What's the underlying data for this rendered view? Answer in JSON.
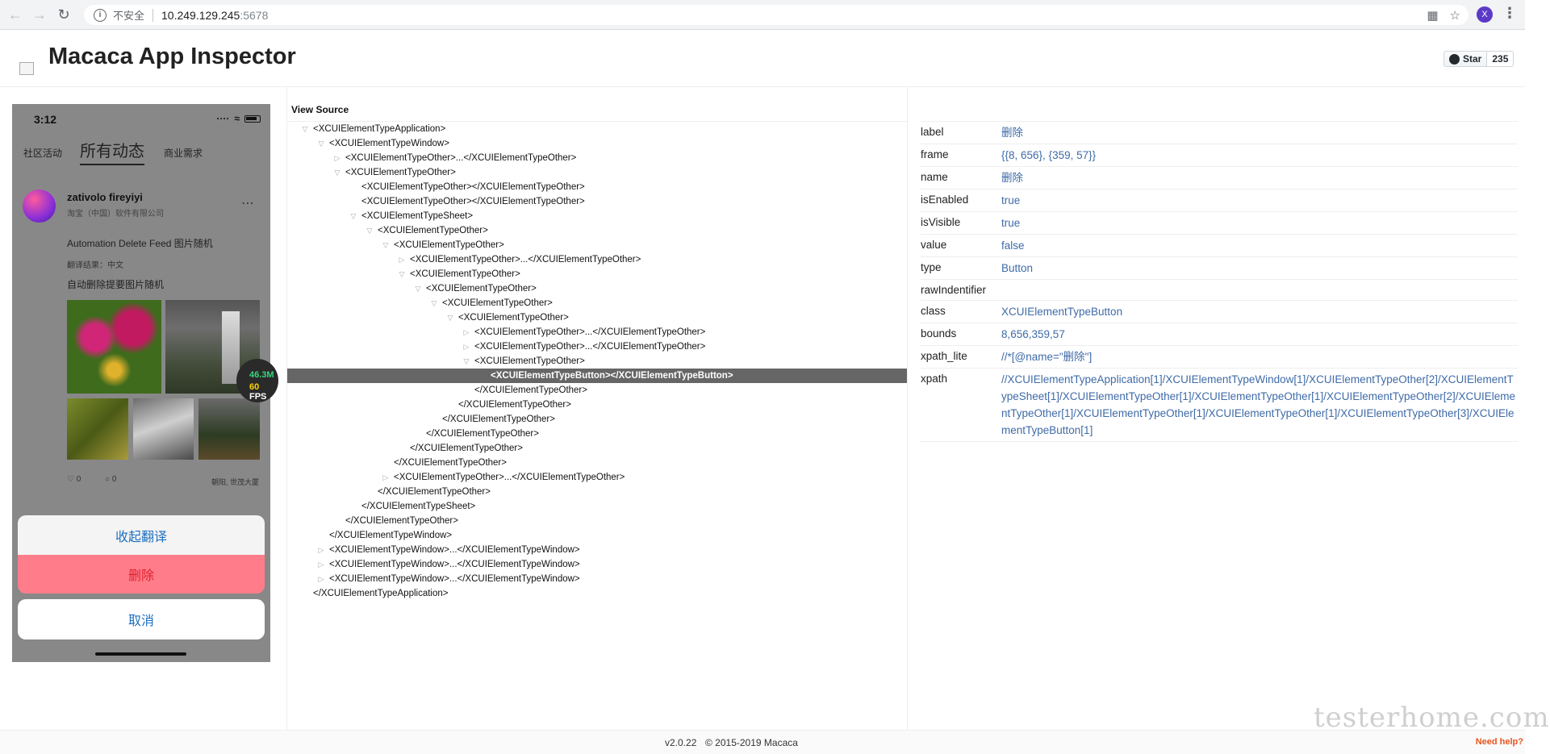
{
  "browser": {
    "security_label": "不安全",
    "url_host": "10.249.129.245",
    "url_port": ":5678",
    "profile_initial": "X"
  },
  "header": {
    "title": "Macaca App Inspector",
    "star_label": "Star",
    "star_count": "235"
  },
  "phone": {
    "time": "3:12",
    "tabs": [
      "社区活动",
      "所有动态",
      "商业需求"
    ],
    "user_name": "zativolo fireyiyi",
    "company": "淘宝（中国）软件有限公司",
    "post_title": "Automation Delete Feed 图片随机",
    "translation_label": "翻译结果：中文",
    "post_translated": "自动删除提要图片随机",
    "fps_memory": "46.3M",
    "fps_value": "60",
    "fps_unit": " FPS",
    "like_count": "0",
    "comment_count": "0",
    "location": "朝阳, 世茂大厦",
    "sheet_collapse": "收起翻译",
    "sheet_delete": "删除",
    "sheet_cancel": "取消"
  },
  "source": {
    "title": "View Source",
    "nodes": [
      {
        "depth": 0,
        "toggle": "open",
        "text": "<XCUIElementTypeApplication>"
      },
      {
        "depth": 1,
        "toggle": "open",
        "text": "<XCUIElementTypeWindow>"
      },
      {
        "depth": 2,
        "toggle": "closed",
        "text": "<XCUIElementTypeOther>...</XCUIElementTypeOther>"
      },
      {
        "depth": 2,
        "toggle": "open",
        "text": "<XCUIElementTypeOther>"
      },
      {
        "depth": 3,
        "toggle": "none",
        "text": "<XCUIElementTypeOther></XCUIElementTypeOther>"
      },
      {
        "depth": 3,
        "toggle": "none",
        "text": "<XCUIElementTypeOther></XCUIElementTypeOther>"
      },
      {
        "depth": 3,
        "toggle": "open",
        "text": "<XCUIElementTypeSheet>"
      },
      {
        "depth": 4,
        "toggle": "open",
        "text": "<XCUIElementTypeOther>"
      },
      {
        "depth": 5,
        "toggle": "open",
        "text": "<XCUIElementTypeOther>"
      },
      {
        "depth": 6,
        "toggle": "closed",
        "text": "<XCUIElementTypeOther>...</XCUIElementTypeOther>"
      },
      {
        "depth": 6,
        "toggle": "open",
        "text": "<XCUIElementTypeOther>"
      },
      {
        "depth": 7,
        "toggle": "open",
        "text": "<XCUIElementTypeOther>"
      },
      {
        "depth": 8,
        "toggle": "open",
        "text": "<XCUIElementTypeOther>"
      },
      {
        "depth": 9,
        "toggle": "open",
        "text": "<XCUIElementTypeOther>"
      },
      {
        "depth": 10,
        "toggle": "closed",
        "text": "<XCUIElementTypeOther>...</XCUIElementTypeOther>"
      },
      {
        "depth": 10,
        "toggle": "closed",
        "text": "<XCUIElementTypeOther>...</XCUIElementTypeOther>"
      },
      {
        "depth": 10,
        "toggle": "open",
        "text": "<XCUIElementTypeOther>"
      },
      {
        "depth": 11,
        "toggle": "none",
        "text": "<XCUIElementTypeButton></XCUIElementTypeButton>",
        "selected": true
      },
      {
        "depth": 10,
        "toggle": "none",
        "text": "</XCUIElementTypeOther>"
      },
      {
        "depth": 9,
        "toggle": "none",
        "text": "</XCUIElementTypeOther>"
      },
      {
        "depth": 8,
        "toggle": "none",
        "text": "</XCUIElementTypeOther>"
      },
      {
        "depth": 7,
        "toggle": "none",
        "text": "</XCUIElementTypeOther>"
      },
      {
        "depth": 6,
        "toggle": "none",
        "text": "</XCUIElementTypeOther>"
      },
      {
        "depth": 5,
        "toggle": "none",
        "text": "</XCUIElementTypeOther>"
      },
      {
        "depth": 5,
        "toggle": "closed",
        "text": "<XCUIElementTypeOther>...</XCUIElementTypeOther>"
      },
      {
        "depth": 4,
        "toggle": "none",
        "text": "</XCUIElementTypeOther>"
      },
      {
        "depth": 3,
        "toggle": "none",
        "text": "</XCUIElementTypeSheet>"
      },
      {
        "depth": 2,
        "toggle": "none",
        "text": "</XCUIElementTypeOther>"
      },
      {
        "depth": 1,
        "toggle": "none",
        "text": "</XCUIElementTypeWindow>"
      },
      {
        "depth": 1,
        "toggle": "closed",
        "text": "<XCUIElementTypeWindow>...</XCUIElementTypeWindow>"
      },
      {
        "depth": 1,
        "toggle": "closed",
        "text": "<XCUIElementTypeWindow>...</XCUIElementTypeWindow>"
      },
      {
        "depth": 1,
        "toggle": "closed",
        "text": "<XCUIElementTypeWindow>...</XCUIElementTypeWindow>"
      },
      {
        "depth": 0,
        "toggle": "none",
        "text": "</XCUIElementTypeApplication>"
      }
    ]
  },
  "attributes": [
    {
      "key": "label",
      "value": "删除"
    },
    {
      "key": "frame",
      "value": "{{8, 656}, {359, 57}}"
    },
    {
      "key": "name",
      "value": "删除"
    },
    {
      "key": "isEnabled",
      "value": "true"
    },
    {
      "key": "isVisible",
      "value": "true"
    },
    {
      "key": "value",
      "value": "false"
    },
    {
      "key": "type",
      "value": "Button"
    },
    {
      "key": "rawIndentifier",
      "value": ""
    },
    {
      "key": "class",
      "value": "XCUIElementTypeButton"
    },
    {
      "key": "bounds",
      "value": "8,656,359,57"
    },
    {
      "key": "xpath_lite",
      "value": "//*[@name=\"删除\"]"
    },
    {
      "key": "xpath",
      "value": "//XCUIElementTypeApplication[1]/XCUIElementTypeWindow[1]/XCUIElementTypeOther[2]/XCUIElementTypeSheet[1]/XCUIElementTypeOther[1]/XCUIElementTypeOther[1]/XCUIElementTypeOther[2]/XCUIElementTypeOther[1]/XCUIElementTypeOther[1]/XCUIElementTypeOther[1]/XCUIElementTypeOther[3]/XCUIElementTypeButton[1]"
    }
  ],
  "footer": {
    "version": "v2.0.22",
    "copyright": "© 2015-2019 Macaca",
    "help": "Need help?",
    "watermark": "testerhome.com"
  }
}
